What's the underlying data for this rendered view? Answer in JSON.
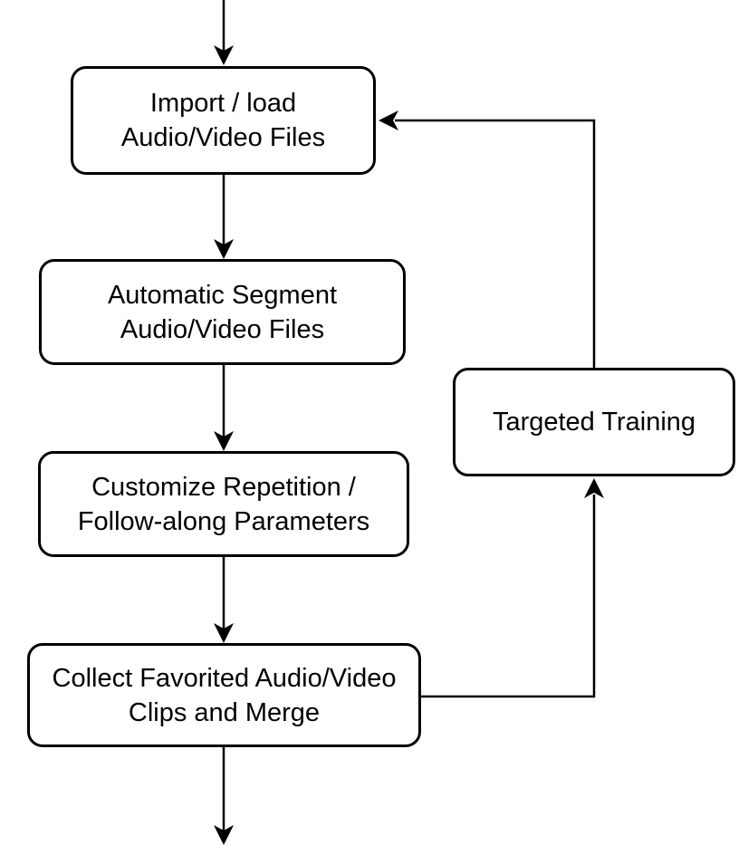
{
  "diagram": {
    "type": "flowchart",
    "background_color": "#ffffff",
    "stroke_color": "#000000",
    "text_color": "#000000",
    "node_fill_color": "#ffffff",
    "nodes": [
      {
        "id": "import-load",
        "label": "Import / load\nAudio/Video Files"
      },
      {
        "id": "auto-segment",
        "label": "Automatic Segment\nAudio/Video Files"
      },
      {
        "id": "customize-params",
        "label": "Customize Repetition /\nFollow-along Parameters"
      },
      {
        "id": "collect-merge",
        "label": "Collect Favorited Audio/Video\nClips and Merge"
      },
      {
        "id": "targeted-training",
        "label": "Targeted Training"
      }
    ],
    "edges": [
      {
        "from": "start",
        "to": "import-load",
        "direction": "down"
      },
      {
        "from": "import-load",
        "to": "auto-segment",
        "direction": "down"
      },
      {
        "from": "auto-segment",
        "to": "customize-params",
        "direction": "down"
      },
      {
        "from": "customize-params",
        "to": "collect-merge",
        "direction": "down"
      },
      {
        "from": "collect-merge",
        "to": "end",
        "direction": "down"
      },
      {
        "from": "collect-merge",
        "to": "targeted-training",
        "direction": "right-up"
      },
      {
        "from": "targeted-training",
        "to": "import-load",
        "direction": "up-left"
      }
    ]
  }
}
